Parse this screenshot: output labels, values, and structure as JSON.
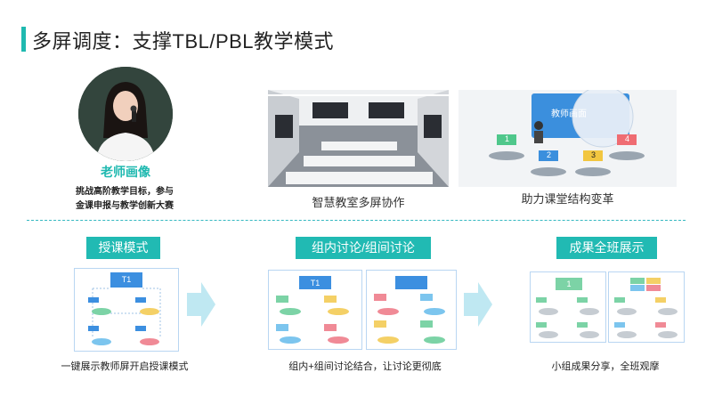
{
  "title": "多屏调度：支撑TBL/PBL教学模式",
  "teacher": {
    "caption": "老师画像",
    "desc_line1": "挑战高阶教学目标，参与",
    "desc_line2": "金课申报与教学创新大赛"
  },
  "classroom": {
    "caption": "智慧教室多屏协作"
  },
  "reform": {
    "caption": "助力课堂结构变革",
    "screen_label": "教师画面",
    "group_labels": [
      "1",
      "2",
      "3",
      "4"
    ]
  },
  "modes": [
    {
      "tag": "授课模式",
      "caption": "一键展示教师屏开启授课模式",
      "screen_label": "T1"
    },
    {
      "tag": "组内讨论/组间讨论",
      "caption": "组内+组间讨论结合，让讨论更彻底",
      "screen_label": "T1"
    },
    {
      "tag": "成果全班展示",
      "caption": "小组成果分享，全班观摩",
      "screen_label": "1"
    }
  ],
  "colors": {
    "accent": "#1fb9b0",
    "divider": "#35b8c0",
    "screen_blue": "#3c8fe0"
  }
}
